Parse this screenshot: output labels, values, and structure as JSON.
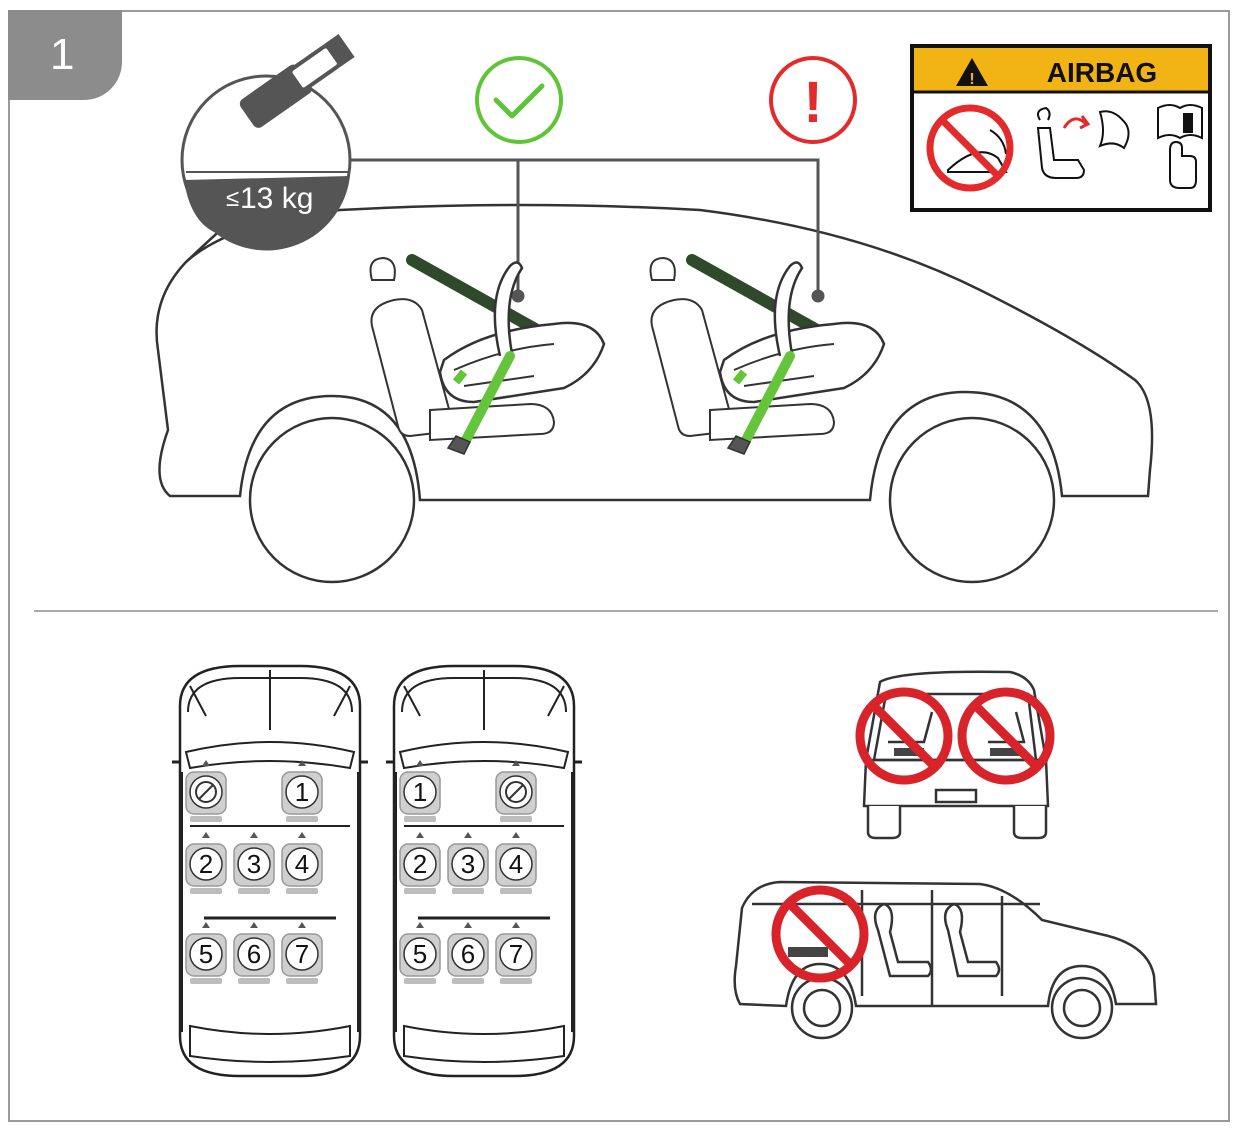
{
  "step": {
    "number": "1"
  },
  "belt_badge": {
    "weight_symbol": "≤",
    "weight_text": "13 kg"
  },
  "status": {
    "allowed_color": "#5fc536",
    "warning_color": "#e32b2b",
    "warning_glyph": "!"
  },
  "airbag_label": {
    "title": "AIRBAG",
    "header_color": "#f2b415",
    "icons": [
      "warning-triangle-icon",
      "no-rear-facing-seat-icon",
      "airbag-deploy-icon",
      "manual-book-icon"
    ]
  },
  "vehicle_top_view": {
    "left": {
      "front_seats": [
        "⊘",
        "1"
      ],
      "middle_row": [
        "2",
        "3",
        "4"
      ],
      "rear_row": [
        "5",
        "6",
        "7"
      ]
    },
    "right": {
      "front_seats": [
        "1",
        "⊘"
      ],
      "middle_row": [
        "2",
        "3",
        "4"
      ],
      "rear_row": [
        "5",
        "6",
        "7"
      ]
    }
  },
  "prohibited": {
    "color": "#d9232a",
    "items": [
      "side-facing-seats-rear-view",
      "side-facing-seat-side-view"
    ]
  }
}
